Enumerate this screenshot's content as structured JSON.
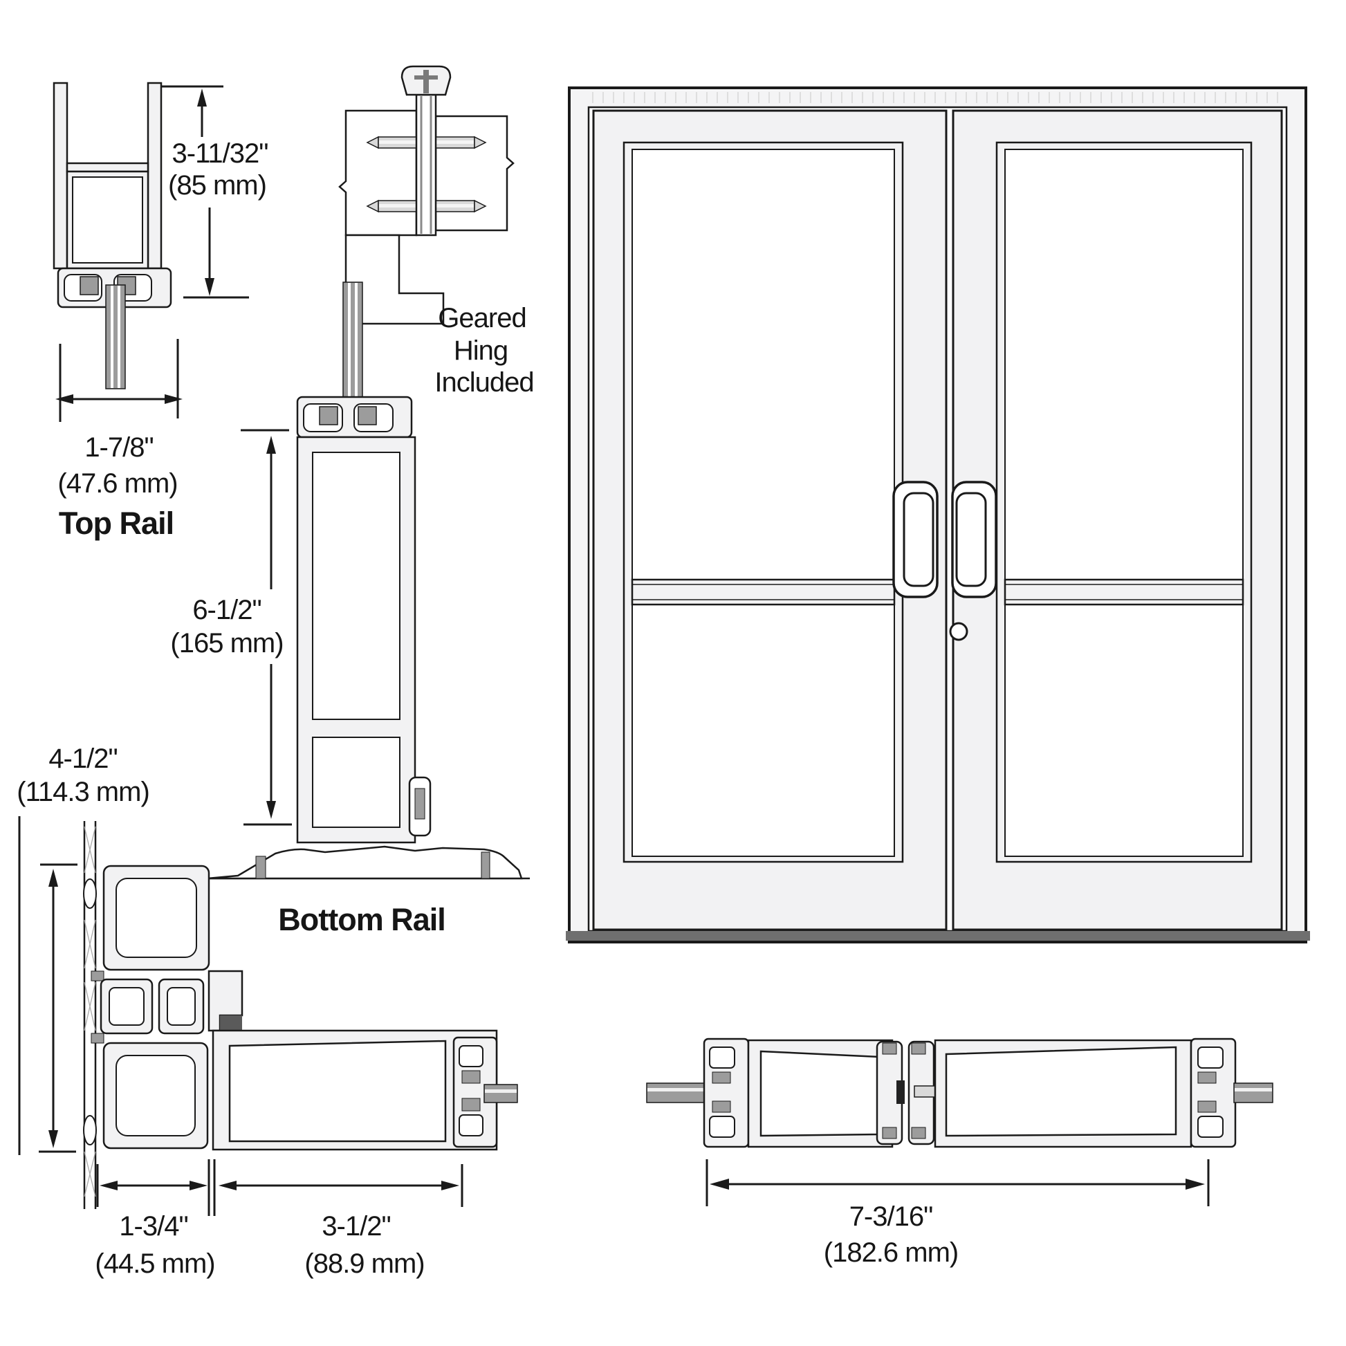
{
  "top_rail": {
    "height_in": "3-11/32\"",
    "height_mm": "(85 mm)",
    "width_in": "1-7/8\"",
    "width_mm": "(47.6 mm)",
    "caption": "Top Rail"
  },
  "hinge": {
    "caption_line1": "Geared",
    "caption_line2": "Hing",
    "caption_line3": "Included"
  },
  "bottom_rail": {
    "height_in": "6-1/2\"",
    "height_mm": "(165 mm)",
    "caption": "Bottom Rail"
  },
  "frame_corner": {
    "depth_in": "4-1/2\"",
    "depth_mm": "(114.3 mm)",
    "jamb_in": "1-3/4\"",
    "jamb_mm": "(44.5 mm)",
    "stile_in": "3-1/2\"",
    "stile_mm": "(88.9 mm)"
  },
  "door_pair": {
    "width_in": "7-3/16\"",
    "width_mm": "(182.6 mm)"
  },
  "colors": {
    "line": "#1a1a1a",
    "profile_fill": "#f2f2f3",
    "metal_gray": "#9c9c9c",
    "dark_accent": "#5a5a5a",
    "threshold": "#6f6f6f"
  }
}
